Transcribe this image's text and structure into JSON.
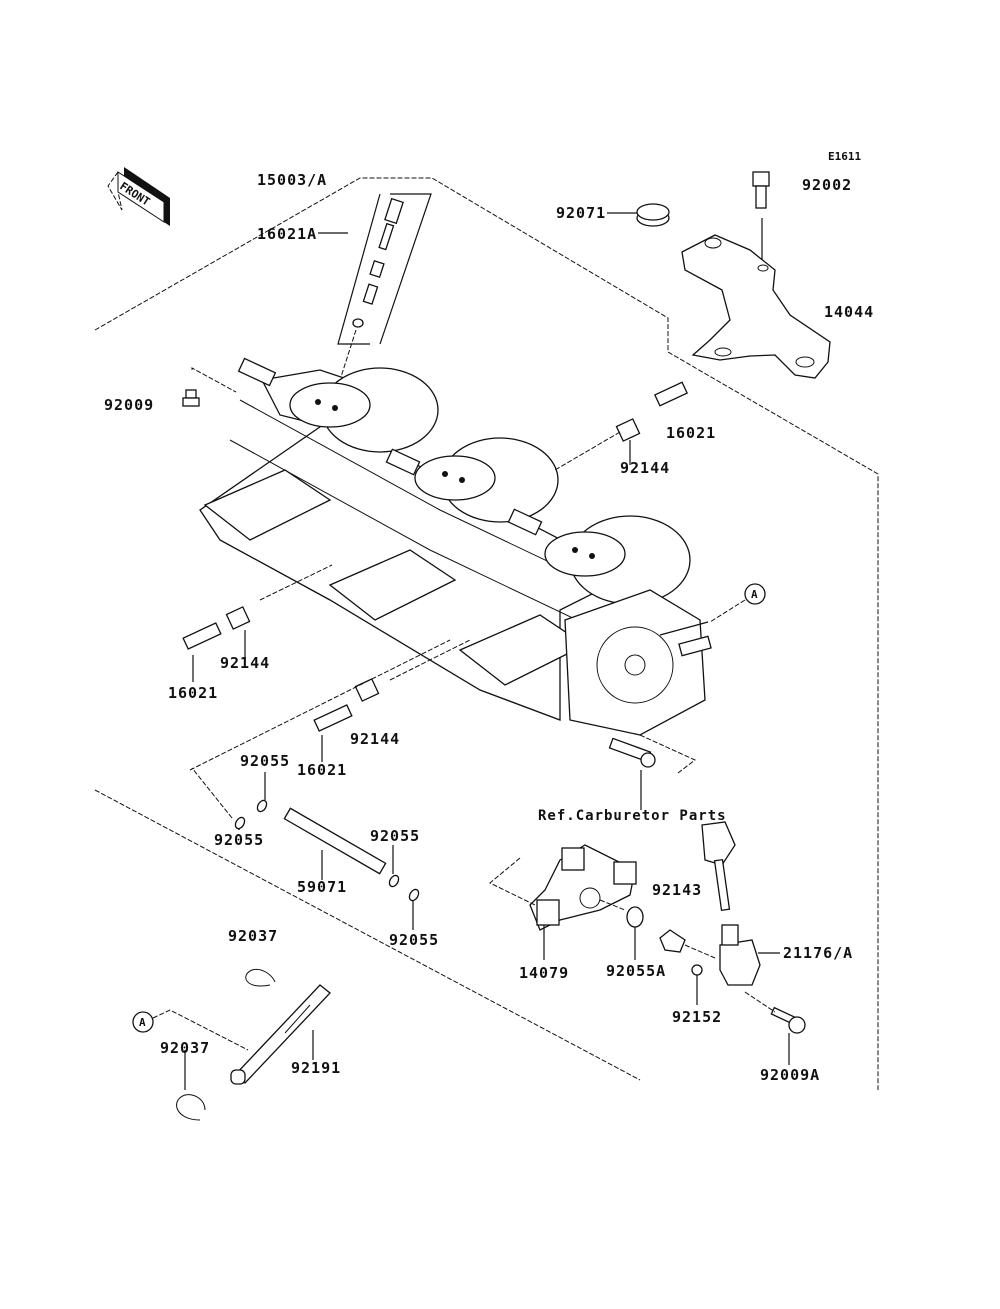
{
  "diagram": {
    "figure_code": "E1611",
    "front_indicator": "FRONT",
    "reference_note": "Ref.Carburetor Parts",
    "connector_marker": "A",
    "callouts": [
      {
        "id": "15003-A",
        "label": "15003/A"
      },
      {
        "id": "16021A",
        "label": "16021A"
      },
      {
        "id": "92071",
        "label": "92071"
      },
      {
        "id": "92002",
        "label": "92002"
      },
      {
        "id": "14044",
        "label": "14044"
      },
      {
        "id": "92009",
        "label": "92009"
      },
      {
        "id": "16021-top",
        "label": "16021"
      },
      {
        "id": "92144-top",
        "label": "92144"
      },
      {
        "id": "92144-left",
        "label": "92144"
      },
      {
        "id": "16021-left",
        "label": "16021"
      },
      {
        "id": "92144-mid",
        "label": "92144"
      },
      {
        "id": "16021-mid",
        "label": "16021"
      },
      {
        "id": "92055-a",
        "label": "92055"
      },
      {
        "id": "92055-b",
        "label": "92055"
      },
      {
        "id": "92055-c",
        "label": "92055"
      },
      {
        "id": "92055-d",
        "label": "92055"
      },
      {
        "id": "59071",
        "label": "59071"
      },
      {
        "id": "92037-a",
        "label": "92037"
      },
      {
        "id": "92037-b",
        "label": "92037"
      },
      {
        "id": "92191",
        "label": "92191"
      },
      {
        "id": "92143",
        "label": "92143"
      },
      {
        "id": "14079",
        "label": "14079"
      },
      {
        "id": "92055A",
        "label": "92055A"
      },
      {
        "id": "21176-A",
        "label": "21176/A"
      },
      {
        "id": "92152",
        "label": "92152"
      },
      {
        "id": "92009A",
        "label": "92009A"
      }
    ]
  }
}
